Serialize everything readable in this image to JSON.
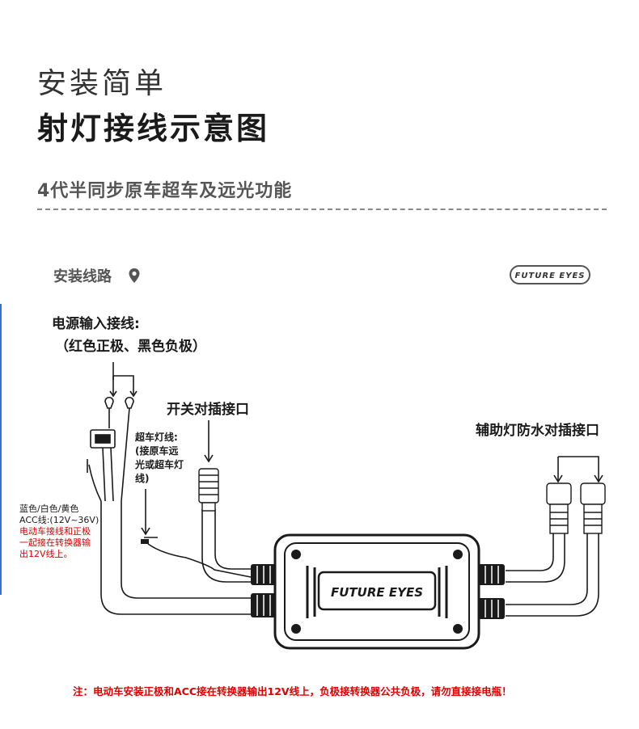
{
  "header": {
    "subtitle": "安装简单",
    "title": "射灯接线示意图",
    "feature": "4代半同步原车超车及远光功能"
  },
  "section": {
    "route_label": "安装线路",
    "route_icon": "location-pin-icon",
    "brand_badge": "FUTURE EYES"
  },
  "device": {
    "brand": "FUTURE EYES"
  },
  "labels": {
    "power_line1": "电源输入接线:",
    "power_line2": "（红色正极、黑色负极）",
    "switch_port": "开关对插接口",
    "aux_port": "辅助灯防水对插接口",
    "highbeam_l1": "超车灯线:",
    "highbeam_l2": "(接原车远",
    "highbeam_l3": "光或超车灯",
    "highbeam_l4": "线)",
    "acc_l1": "蓝色/白色/黄色",
    "acc_l2": "ACC线:(12V~36V)",
    "acc_red1": "电动车接线和正极",
    "acc_red2": "一起接在转换器输",
    "acc_red3": "出12V线上。"
  },
  "footer": {
    "note": "注：电动车安装正极和ACC接在转换器输出12V线上，负极接转换器公共负极，请勿直接接电瓶！"
  },
  "colors": {
    "note_red": "#e00000",
    "line": "#1a1a1a",
    "accent_blue": "#3b6fd6"
  }
}
